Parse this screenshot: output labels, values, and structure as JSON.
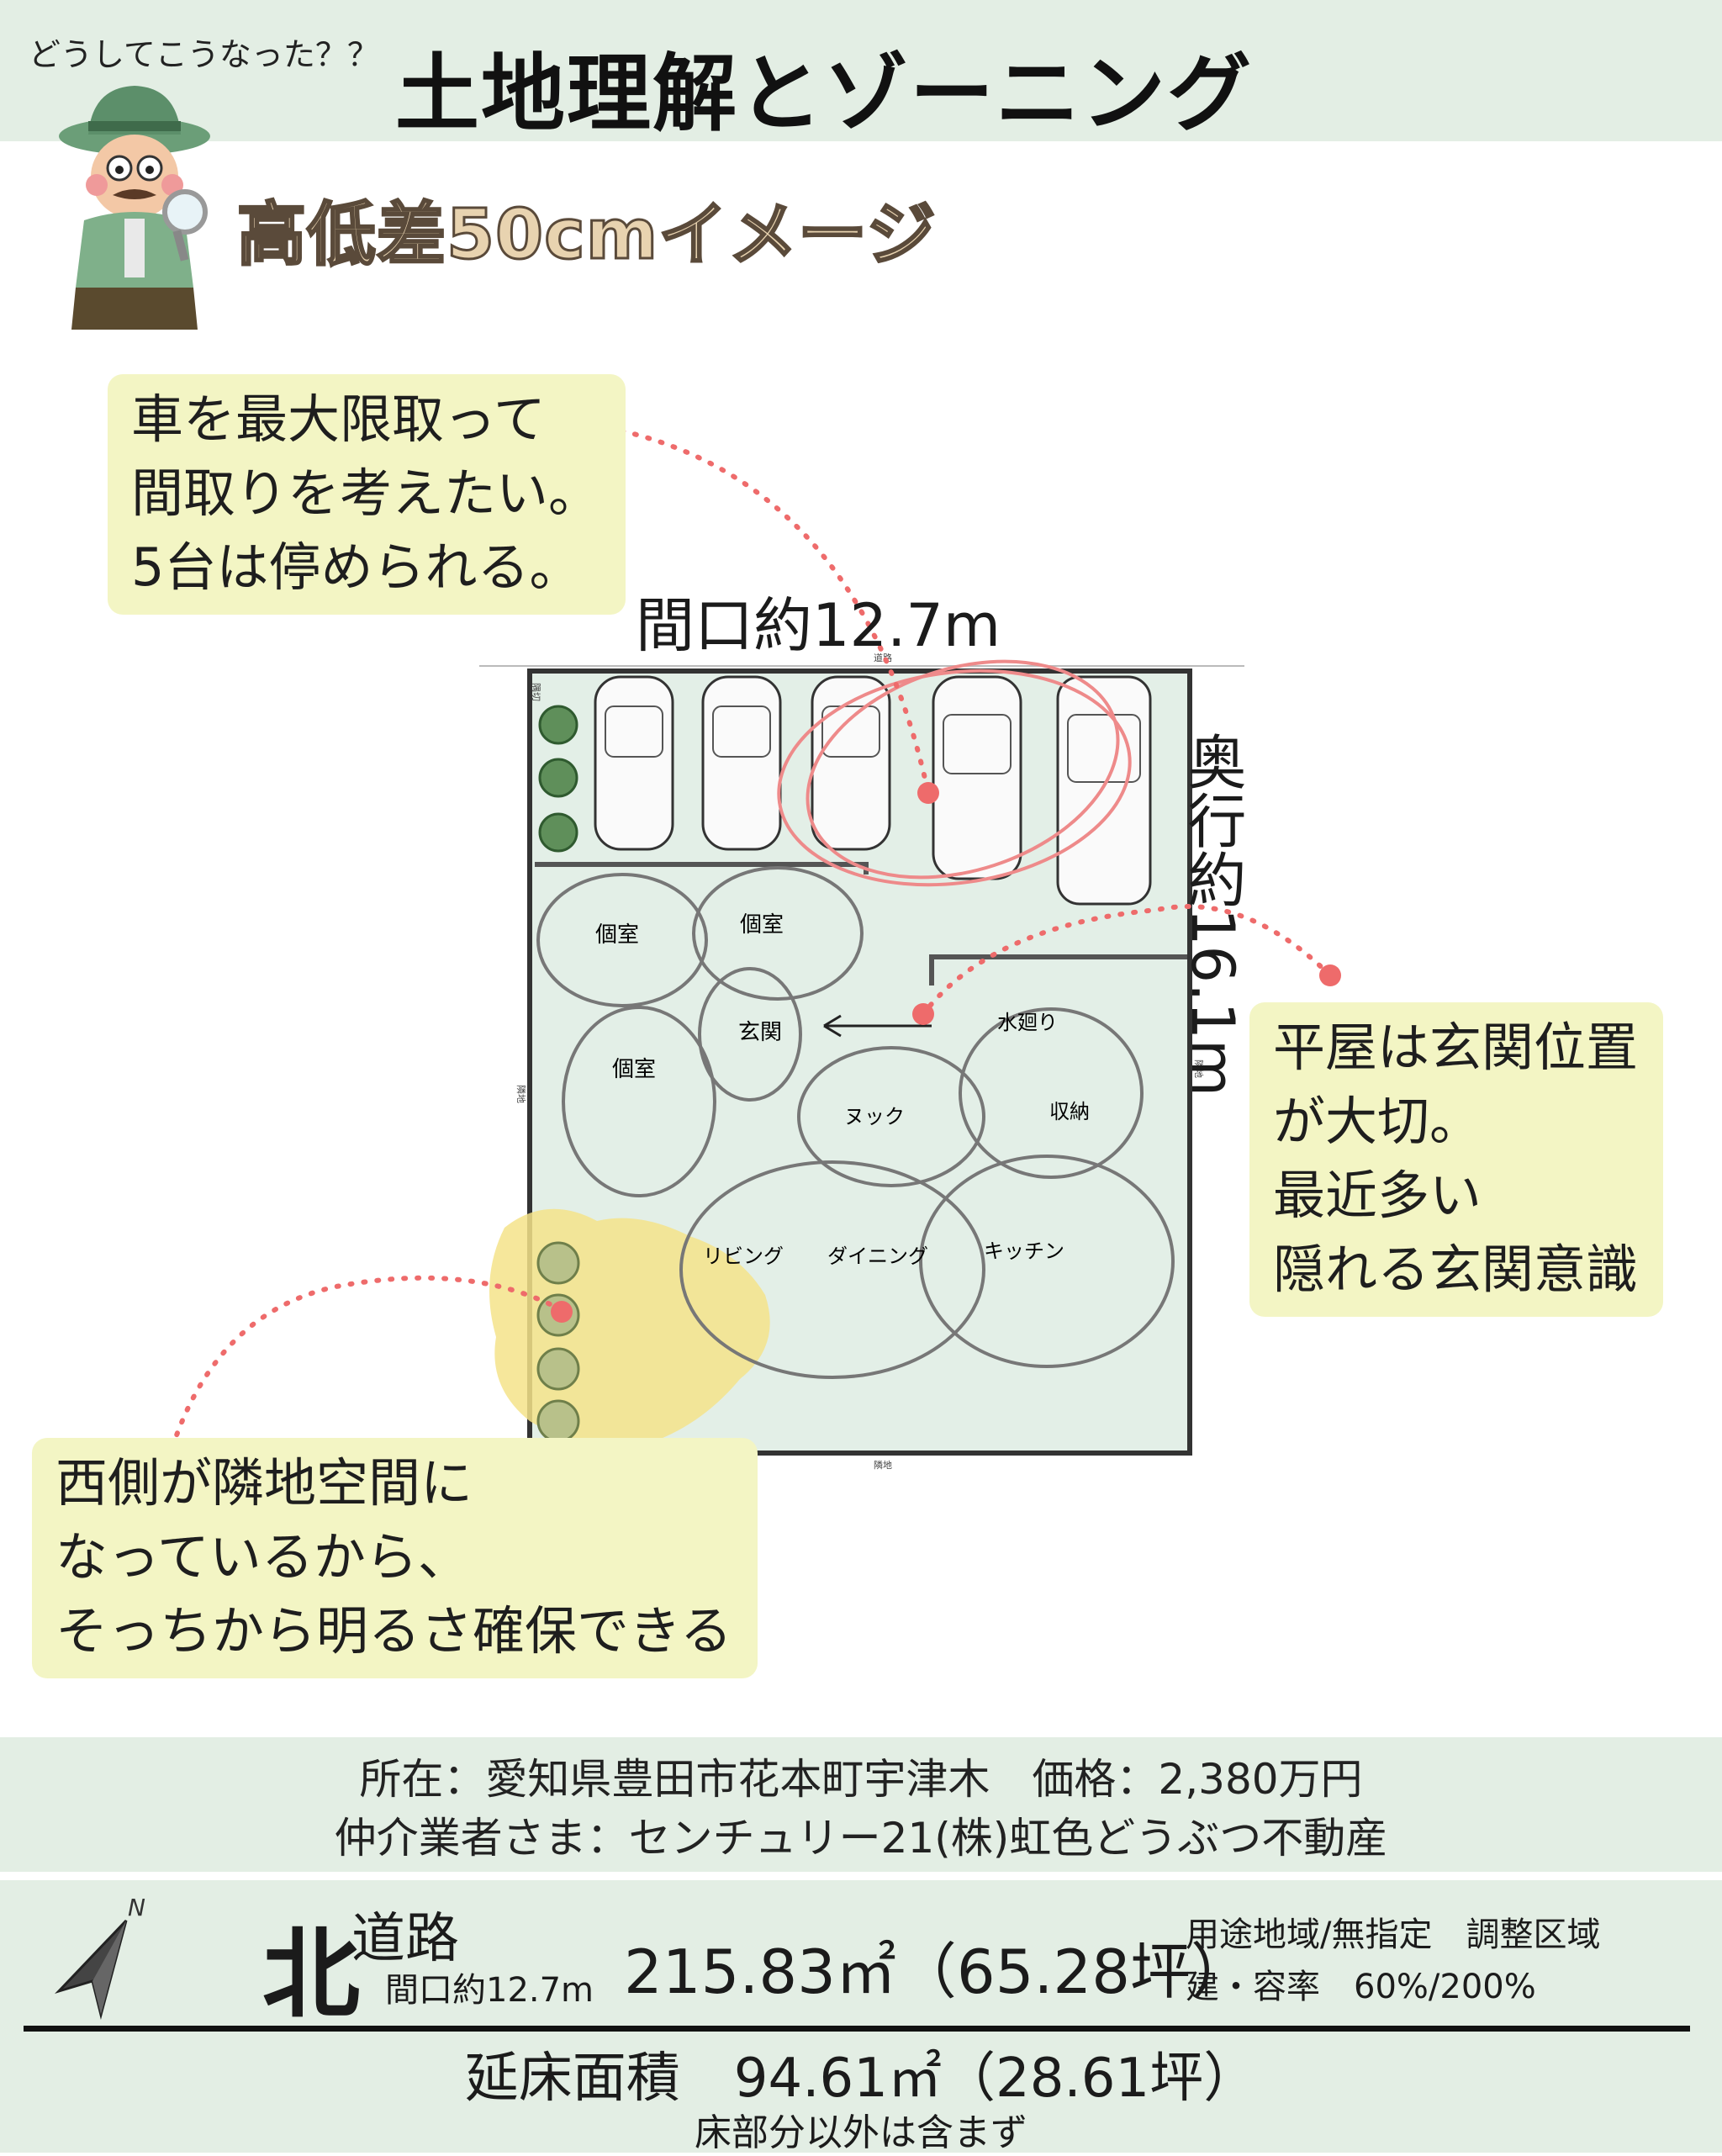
{
  "header": {
    "subtitle": "どうしてこうなった？？",
    "title": "土地理解とゾーニング"
  },
  "section_title": "高低差50cmイメージ",
  "callouts": {
    "car": [
      "車を最大限取って",
      "間取りを考えたい。",
      "5台は停められる。"
    ],
    "entrance": [
      "平屋は玄関位置",
      "が大切。",
      "最近多い",
      "隠れる玄関意識"
    ],
    "west": [
      "西側が隣地空間に",
      "なっているから、",
      "そっちから明るさ確保できる"
    ]
  },
  "plan": {
    "frontage": "間口約12.7m",
    "depth": "奥行約16.1m",
    "rooms": [
      "個室",
      "個室",
      "個室",
      "玄関",
      "水廻り",
      "ヌック",
      "収納",
      "リビング",
      "ダイニング",
      "キッチン"
    ],
    "edge_labels": {
      "top": "道路",
      "left": "隣地",
      "right": "隣地",
      "bottom": "隣地",
      "corner": "隅切"
    }
  },
  "info": {
    "line1": "所在：愛知県豊田市花本町宇津木　価格：2,380万円",
    "line2": "仲介業者さま：センチュリー21(株)虹色どうぶつ不動産"
  },
  "summary": {
    "direction": "北",
    "road": "道路",
    "frontage": "間口約12.7m",
    "area": "215.83㎡（65.28坪）",
    "zoning": "用途地域/無指定　調整区域",
    "coverage": "建・容率　60%/200%",
    "floor_area": "延床面積　94.61㎡（28.61坪）",
    "floor_note": "床部分以外は含まず",
    "compass_letter": "N"
  },
  "colors": {
    "band": "#e3eee4",
    "callout": "#f3f5c4",
    "accent_dot": "#ee6b6b",
    "site_fill": "#e3efe7",
    "highlight": "#f4e38a"
  }
}
